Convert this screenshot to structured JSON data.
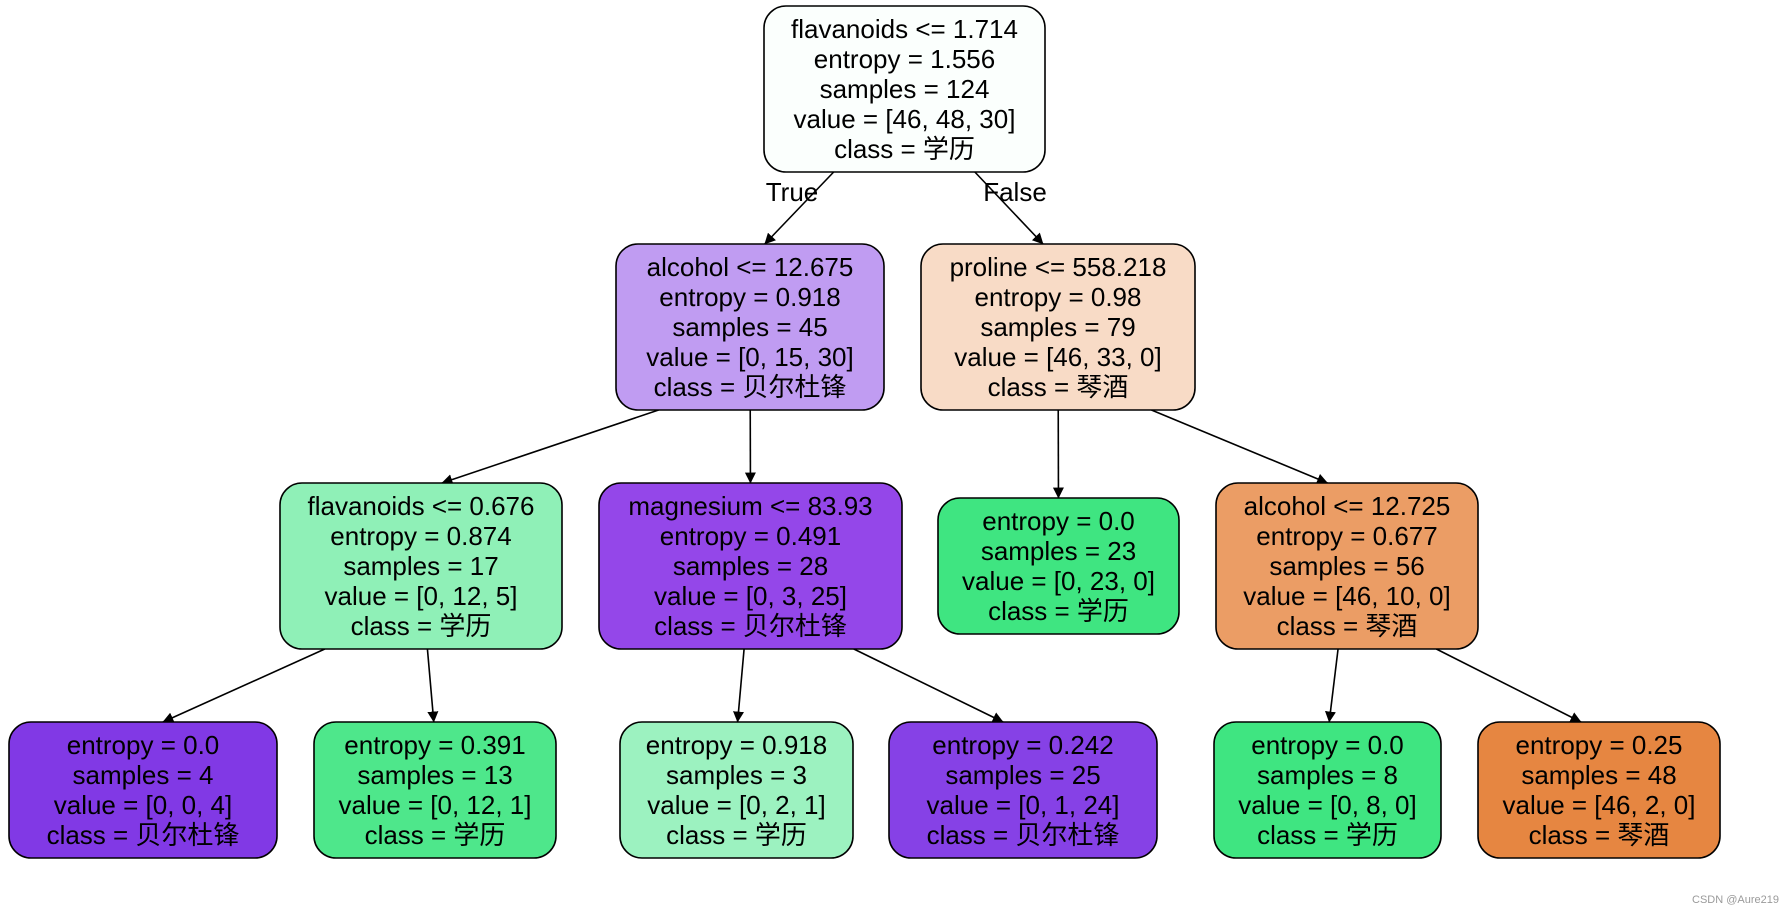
{
  "tree": {
    "edge_labels": {
      "true_label": "True",
      "false_label": "False"
    },
    "nodes": [
      {
        "id": "n0",
        "lines": [
          "flavanoids <= 1.714",
          "entropy = 1.556",
          "samples = 124",
          "value = [46, 48, 30]",
          "class = 学历"
        ],
        "fill": "#fbfffd"
      },
      {
        "id": "n1",
        "lines": [
          "alcohol <= 12.675",
          "entropy = 0.918",
          "samples = 45",
          "value = [0, 15, 30]",
          "class = 贝尔杜锋"
        ],
        "fill": "#c09cf2"
      },
      {
        "id": "n2",
        "lines": [
          "proline <= 558.218",
          "entropy = 0.98",
          "samples = 79",
          "value = [46, 33, 0]",
          "class = 琴酒"
        ],
        "fill": "#f8dbc6"
      },
      {
        "id": "n3",
        "lines": [
          "flavanoids <= 0.676",
          "entropy = 0.874",
          "samples = 17",
          "value = [0, 12, 5]",
          "class = 学历"
        ],
        "fill": "#8ff0b7"
      },
      {
        "id": "n4",
        "lines": [
          "magnesium <= 83.93",
          "entropy = 0.491",
          "samples = 28",
          "value = [0, 3, 25]",
          "class = 贝尔杜锋"
        ],
        "fill": "#9447e9"
      },
      {
        "id": "n5",
        "lines": [
          "entropy = 0.0",
          "samples = 23",
          "value = [0, 23, 0]",
          "class = 学历"
        ],
        "fill": "#3fe581"
      },
      {
        "id": "n6",
        "lines": [
          "alcohol <= 12.725",
          "entropy = 0.677",
          "samples = 56",
          "value = [46, 10, 0]",
          "class = 琴酒"
        ],
        "fill": "#eb9d65"
      },
      {
        "id": "n7",
        "lines": [
          "entropy = 0.0",
          "samples = 4",
          "value = [0, 0, 4]",
          "class = 贝尔杜锋"
        ],
        "fill": "#8139e5"
      },
      {
        "id": "n8",
        "lines": [
          "entropy = 0.391",
          "samples = 13",
          "value = [0, 12, 1]",
          "class = 学历"
        ],
        "fill": "#4ee78b"
      },
      {
        "id": "n9",
        "lines": [
          "entropy = 0.918",
          "samples = 3",
          "value = [0, 2, 1]",
          "class = 学历"
        ],
        "fill": "#9cf2c0"
      },
      {
        "id": "n10",
        "lines": [
          "entropy = 0.242",
          "samples = 25",
          "value = [0, 1, 24]",
          "class = 贝尔杜锋"
        ],
        "fill": "#8641e6"
      },
      {
        "id": "n11",
        "lines": [
          "entropy = 0.0",
          "samples = 8",
          "value = [0, 8, 0]",
          "class = 学历"
        ],
        "fill": "#3fe581"
      },
      {
        "id": "n12",
        "lines": [
          "entropy = 0.25",
          "samples = 48",
          "value = [46, 2, 0]",
          "class = 琴酒"
        ],
        "fill": "#e68641"
      }
    ],
    "edges": [
      {
        "from": "n0",
        "to": "n1"
      },
      {
        "from": "n0",
        "to": "n2"
      },
      {
        "from": "n1",
        "to": "n3"
      },
      {
        "from": "n1",
        "to": "n4"
      },
      {
        "from": "n2",
        "to": "n5"
      },
      {
        "from": "n2",
        "to": "n6"
      },
      {
        "from": "n3",
        "to": "n7"
      },
      {
        "from": "n3",
        "to": "n8"
      },
      {
        "from": "n4",
        "to": "n9"
      },
      {
        "from": "n4",
        "to": "n10"
      },
      {
        "from": "n6",
        "to": "n11"
      },
      {
        "from": "n6",
        "to": "n12"
      }
    ]
  },
  "watermark": "CSDN @Aure219"
}
